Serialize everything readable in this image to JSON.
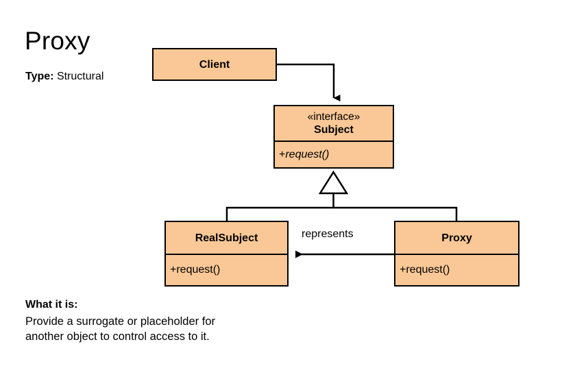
{
  "header": {
    "pattern_title": "Proxy",
    "type_label": "Type:",
    "type_value": "Structural"
  },
  "footer": {
    "what_label": "What it is:",
    "what_text": "Provide a surrogate or placeholder for\nanother object to control access to it."
  },
  "diagram": {
    "kind": "uml-class-diagram",
    "fill_color": "#fac896",
    "stroke_color": "#000000",
    "classes": [
      {
        "id": "client",
        "name": "Client",
        "stereotype": "",
        "members": []
      },
      {
        "id": "subject",
        "name": "Subject",
        "stereotype": "«interface»",
        "members": [
          {
            "visibility": "+",
            "signature": "request()",
            "abstract": true
          }
        ]
      },
      {
        "id": "realsubject",
        "name": "RealSubject",
        "stereotype": "",
        "members": [
          {
            "visibility": "+",
            "signature": "request()",
            "abstract": false
          }
        ]
      },
      {
        "id": "proxy",
        "name": "Proxy",
        "stereotype": "",
        "members": [
          {
            "visibility": "+",
            "signature": "request()",
            "abstract": false
          }
        ]
      }
    ],
    "relations": [
      {
        "id": "client-uses-subject",
        "from": "client",
        "to": "subject",
        "type": "dependency-arrow",
        "label": ""
      },
      {
        "id": "realsubject-implements-subject",
        "from": "realsubject",
        "to": "subject",
        "type": "generalization",
        "label": ""
      },
      {
        "id": "proxy-implements-subject",
        "from": "proxy",
        "to": "subject",
        "type": "generalization",
        "label": ""
      },
      {
        "id": "proxy-represents-realsubject",
        "from": "proxy",
        "to": "realsubject",
        "type": "association-arrow",
        "label": "represents"
      }
    ]
  }
}
